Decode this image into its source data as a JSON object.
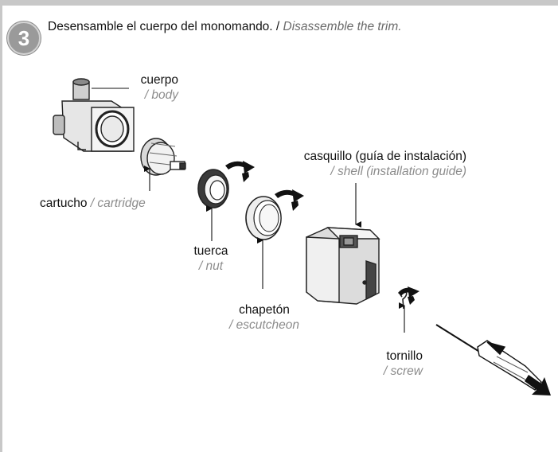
{
  "step": {
    "number": "3",
    "title_es": "Desensamble el cuerpo del monomando.",
    "separator": " / ",
    "title_en": "Disassemble the trim."
  },
  "labels": {
    "body": {
      "es": "cuerpo",
      "en": "/ body"
    },
    "cartridge": {
      "es": "cartucho",
      "en": "/ cartridge"
    },
    "nut": {
      "es": "tuerca",
      "en": "/ nut"
    },
    "escutcheon": {
      "es": "chapetón",
      "en": "/ escutcheon"
    },
    "shell": {
      "es": "casquillo (guía de instalación)",
      "en": "/ shell (installation guide)"
    },
    "screw": {
      "es": "tornillo",
      "en": "/ screw"
    }
  },
  "colors": {
    "frame": "#c8c8c8",
    "badge": "#9a9a9a",
    "english_text": "#8c8c8c"
  },
  "icons": [
    "rotate-arrow-icon",
    "direction-arrow-icon"
  ]
}
